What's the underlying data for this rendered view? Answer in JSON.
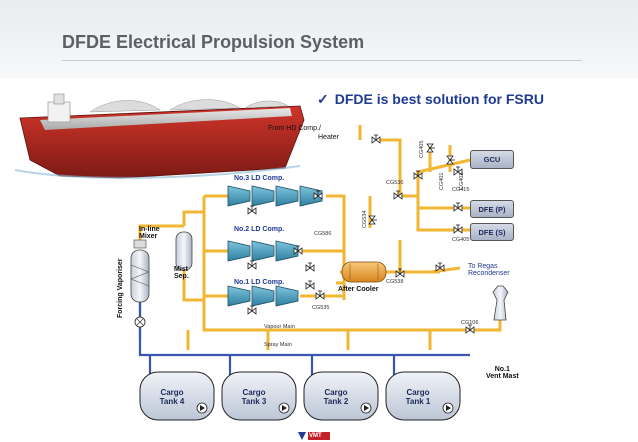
{
  "header": {
    "title": "DFDE Electrical Propulsion System",
    "bullet": "DFDE is best solution for FSRU"
  },
  "diagram": {
    "from_hd": "From HD Comp./",
    "heater": "Heater",
    "gcu": "GCU",
    "dfe_p": "DFE (P)",
    "dfe_s": "DFE (S)",
    "no3": "No.3 LD Comp.",
    "no2": "No.2 LD Comp.",
    "no1": "No.1 LD Comp.",
    "inline_mixer": "In-line\nMixer",
    "forcing_vaporiser": "Forcing Vaporiser",
    "mist_sep": "Mist\nSep.",
    "after_cooler": "After Cooler",
    "to_regas": "To Regas\nRecondenser",
    "vapour_main": "Vapour Main",
    "spray_main": "Spray Main",
    "vent_mast": "No.1\nVent Mast",
    "tags": {
      "cg405_top": "CG405",
      "cg401": "CG401",
      "cg536": "CG536",
      "cg415": "CG415",
      "cg405": "CG405",
      "cg586": "CG586",
      "cg538": "CG538",
      "cg535": "CG535",
      "cg534": "CG534",
      "cg403": "CG403",
      "cg106": "CG106"
    },
    "tanks": [
      {
        "name": "Cargo\nTank 4"
      },
      {
        "name": "Cargo\nTank 3"
      },
      {
        "name": "Cargo\nTank 2"
      },
      {
        "name": "Cargo\nTank 1"
      }
    ],
    "colors": {
      "vapour": "#f2b632",
      "liquid": "#3a56b0",
      "compressor": "#4a9fc0",
      "cooler": "#f0a23a"
    }
  },
  "footer": {
    "logo_text": "VMT"
  }
}
